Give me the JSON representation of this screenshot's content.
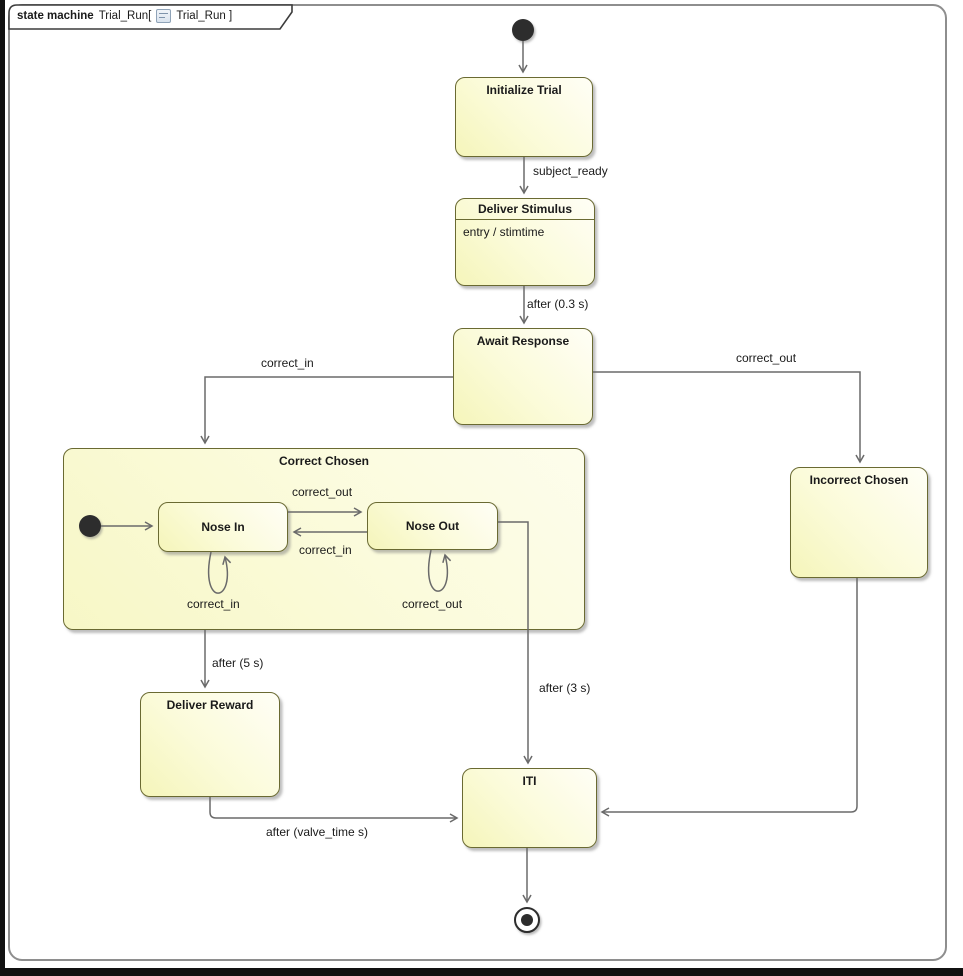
{
  "frame": {
    "keyword": "state machine",
    "name": "Trial_Run[",
    "ref": "Trial_Run ]",
    "icon": "state-machine-diagram-icon"
  },
  "states": {
    "initialize_trial": {
      "label": "Initialize Trial"
    },
    "deliver_stimulus": {
      "label": "Deliver Stimulus",
      "internal": "entry / stimtime"
    },
    "await_response": {
      "label": "Await Response"
    },
    "correct_chosen": {
      "label": "Correct Chosen"
    },
    "nose_in": {
      "label": "Nose In"
    },
    "nose_out": {
      "label": "Nose Out"
    },
    "incorrect_chosen": {
      "label": "Incorrect Chosen"
    },
    "deliver_reward": {
      "label": "Deliver Reward"
    },
    "iti": {
      "label": "ITI"
    }
  },
  "transitions": {
    "initialize_to_stimulus": {
      "label": "subject_ready"
    },
    "stimulus_to_await": {
      "label": "after (0.3 s)"
    },
    "await_to_correct": {
      "label": "correct_in"
    },
    "await_to_incorrect": {
      "label": "correct_out"
    },
    "nosein_to_noseout": {
      "label": "correct_out"
    },
    "noseout_to_nosein": {
      "label": "correct_in"
    },
    "nosein_self": {
      "label": "correct_in"
    },
    "noseout_self": {
      "label": "correct_out"
    },
    "correct_to_reward": {
      "label": "after (5 s)"
    },
    "noseout_to_iti": {
      "label": "after (3 s)"
    },
    "reward_to_iti": {
      "label": "after (valve_time s)"
    }
  },
  "colors": {
    "state_border": "#6a6a32",
    "state_fill_start": "#f5f5ba",
    "state_fill_end": "#fffef6",
    "connector_line": "#6a6a6a",
    "frame_border": "#8e8e8e",
    "pseudostate": "#2d2d2d"
  }
}
